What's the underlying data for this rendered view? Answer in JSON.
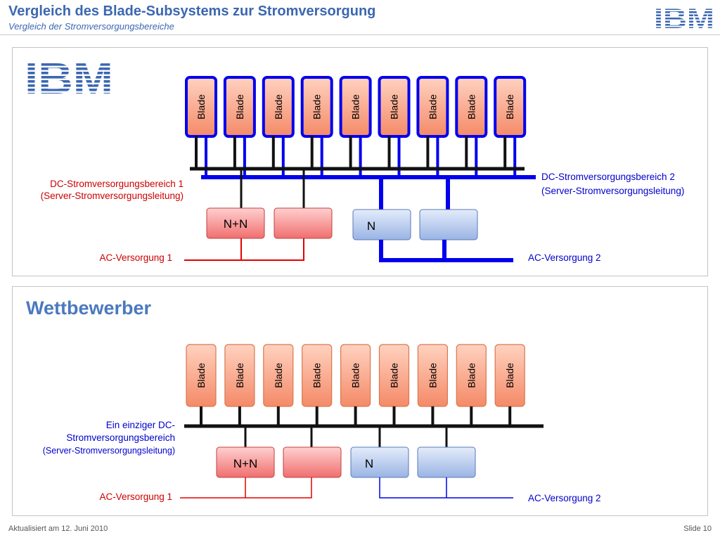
{
  "header": {
    "title": "Vergleich des Blade-Subsystems zur Stromversorgung",
    "subtitle": "Vergleich der Stromversorgungsbereiche",
    "logo_text": "IBM"
  },
  "colors": {
    "brand_blue": "#3b67b1",
    "red_line": "#e60000",
    "blue_line": "#0000ee",
    "blade_fill": "#f7a78c",
    "red_box_fill": "#f38a8a",
    "blue_box_fill": "#b7c9ec"
  },
  "ibm_section": {
    "logo_text": "IBM",
    "blade_label": "Blade",
    "blade_count": 9,
    "dc_domain_1": [
      "DC-Stromversorgungsbereich 1",
      "(Server-Stromversorgungsleitung)"
    ],
    "dc_domain_2": [
      "DC-Stromversorgungsbereich 2",
      "(Server-Stromversorgungsleitung)"
    ],
    "psu_redundant_label": "N+N",
    "psu_single_label": "N",
    "ac_supply_1": "AC-Versorgung 1",
    "ac_supply_2": "AC-Versorgung 2"
  },
  "competitor_section": {
    "heading": "Wettbewerber",
    "blade_label": "Blade",
    "blade_count": 9,
    "dc_domain": [
      "Ein einziger DC-",
      "Stromversorgungsbereich",
      "(Server-Stromversorgungsleitung)"
    ],
    "psu_redundant_label": "N+N",
    "psu_single_label": "N",
    "ac_supply_1": "AC-Versorgung 1",
    "ac_supply_2": "AC-Versorgung 2"
  },
  "footer": {
    "updated": "Aktualisiert am 12. Juni 2010",
    "slide": "Slide 10"
  }
}
